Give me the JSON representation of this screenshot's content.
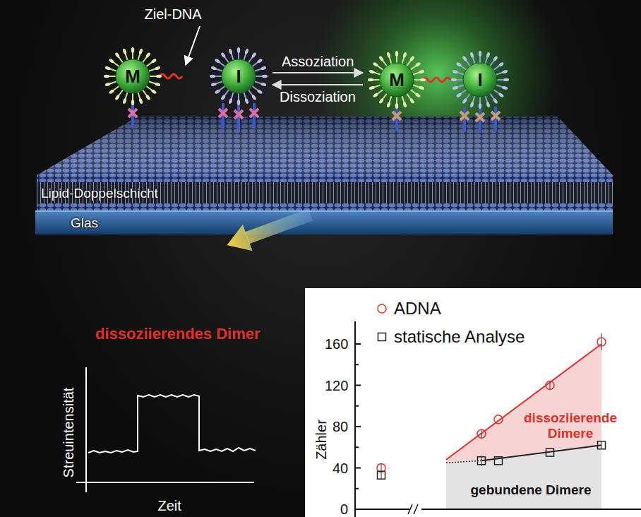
{
  "diagram": {
    "nodes": [
      {
        "text": [
          "M"
        ]
      },
      {
        "text": [
          "I"
        ]
      },
      {
        "text": [
          "M"
        ]
      },
      {
        "text": [
          "I"
        ]
      }
    ],
    "edges": [
      {
        "from": 1,
        "to": 2,
        "arrow": "to",
        "label": "Assoziation"
      },
      {
        "from": 2,
        "to": 1,
        "arrow": "to",
        "label": "Dissoziation"
      }
    ],
    "labels": [
      "Ziel-DNA",
      "Lipid-Doppelschicht",
      "Glas",
      "dissoziierendes Dimer",
      "Streuintensität",
      "Zeit",
      "160",
      "120",
      "80",
      "40",
      "0",
      "Zähler",
      "dissoziierende Dimere",
      "gebundene Dimere"
    ],
    "legend": [
      {
        "text": "ADNA"
      },
      {
        "text": "statische Analyse"
      }
    ]
  }
}
